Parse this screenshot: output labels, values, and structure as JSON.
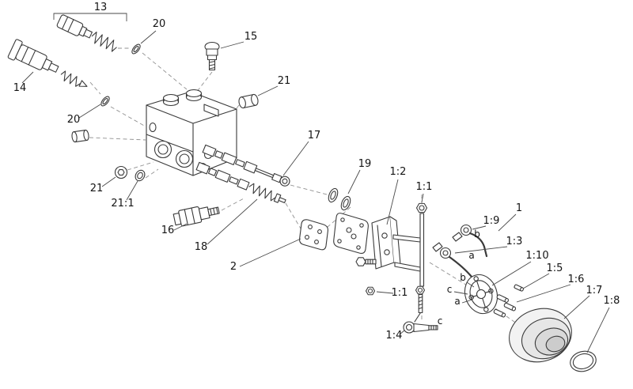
{
  "diagram": {
    "kind": "exploded-parts-diagram",
    "colors": {
      "background": "#ffffff",
      "line": "#3a3a3a",
      "dash": "#909090",
      "label": "#141414",
      "shade": "#e6e6e6"
    }
  },
  "callouts": {
    "p13": "13",
    "p20_top": "20",
    "p14": "14",
    "p15": "15",
    "p21_top_right": "21",
    "p20_left": "20",
    "p17": "17",
    "p19": "19",
    "p21_bottom_left": "21",
    "p21_1": "21:1",
    "p16": "16",
    "p18": "18",
    "p2": "2",
    "p1_2": "1:2",
    "p1_1_upper": "1:1",
    "p1": "1",
    "p1_9": "1:9",
    "ref_b_upper": "b",
    "p1_3": "1:3",
    "ref_a_upper": "a",
    "p1_10": "1:10",
    "p1_5": "1:5",
    "ref_b_lower": "b",
    "p1_6": "1:6",
    "ref_c_upper": "c",
    "p1_7": "1:7",
    "ref_a_lower": "a",
    "p1_8": "1:8",
    "p1_1_lower": "1:1",
    "p1_4": "1:4",
    "ref_c_lower": "c"
  }
}
